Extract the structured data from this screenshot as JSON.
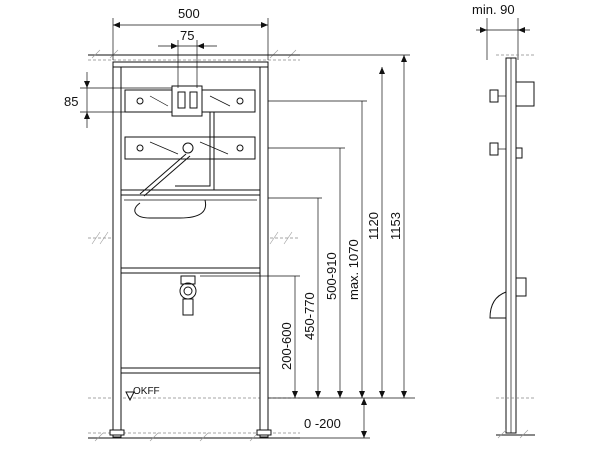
{
  "labels": {
    "width_total": "500",
    "spacing_top": "75",
    "height_85": "85",
    "min_depth": "min. 90",
    "okff": "OKFF"
  },
  "vertical_dims": {
    "d1": "200-600",
    "d2": "450-770",
    "d3": "500-910",
    "d4": "max. 1070",
    "d5": "1120",
    "d6": "1153",
    "d7": "0 -200"
  }
}
